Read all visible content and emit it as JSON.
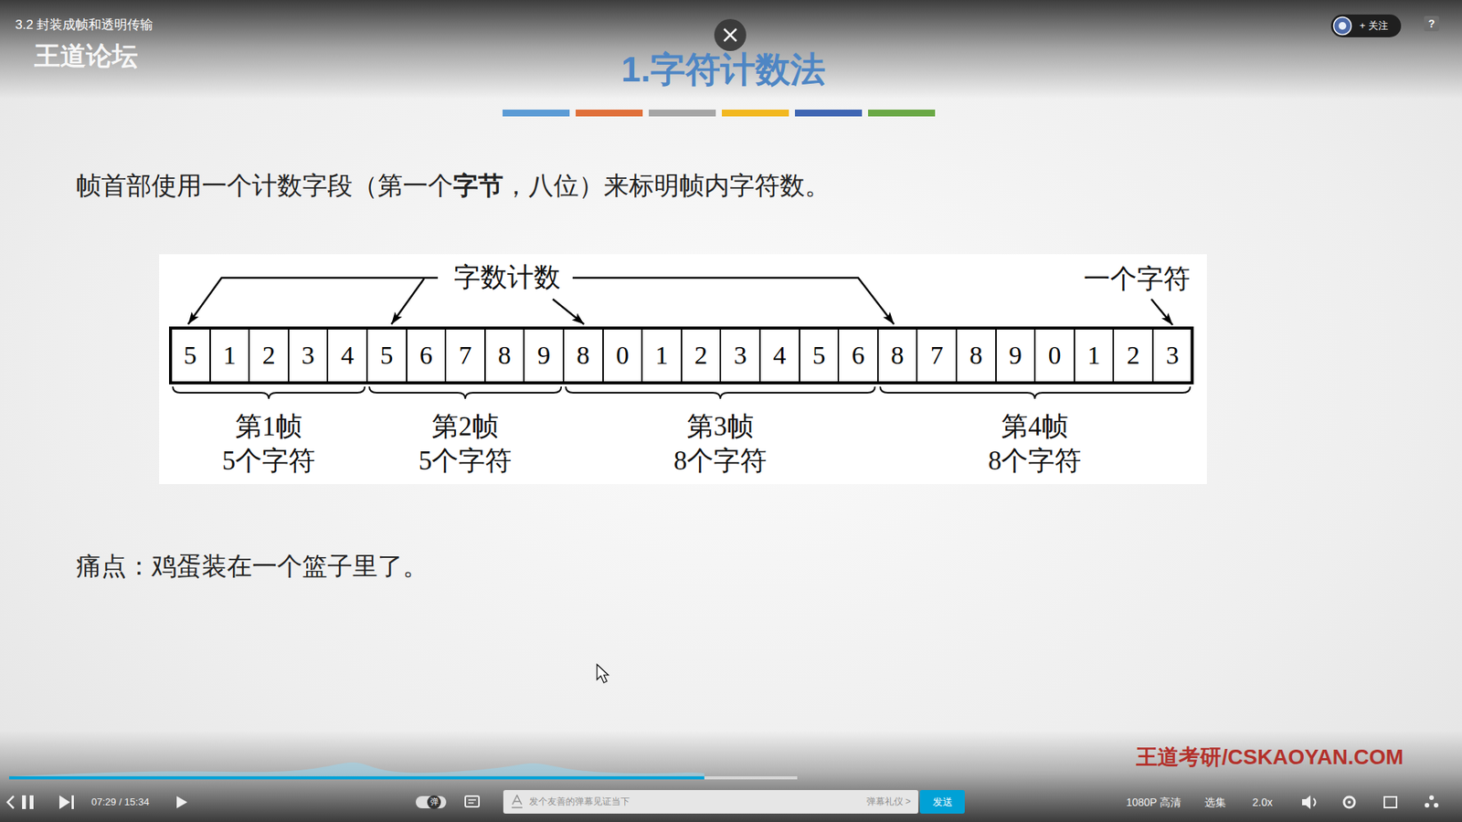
{
  "diagram": {
    "title": "1.字符计数法",
    "nodes": [
      {
        "text": [
          "+ 关注"
        ]
      },
      {
        "text": [
          "5"
        ]
      },
      {
        "text": [
          "1"
        ]
      },
      {
        "text": [
          "2"
        ]
      },
      {
        "text": [
          "3"
        ]
      },
      {
        "text": [
          "4"
        ]
      },
      {
        "text": [
          "5"
        ]
      },
      {
        "text": [
          "6"
        ]
      },
      {
        "text": [
          "7"
        ]
      },
      {
        "text": [
          "8"
        ]
      },
      {
        "text": [
          "9"
        ]
      },
      {
        "text": [
          "8"
        ]
      },
      {
        "text": [
          "0"
        ]
      },
      {
        "text": [
          "1"
        ]
      },
      {
        "text": [
          "2"
        ]
      },
      {
        "text": [
          "3"
        ]
      },
      {
        "text": [
          "4"
        ]
      },
      {
        "text": [
          "5"
        ]
      },
      {
        "text": [
          "6"
        ]
      },
      {
        "text": [
          "8"
        ]
      },
      {
        "text": [
          "7"
        ]
      },
      {
        "text": [
          "8"
        ]
      },
      {
        "text": [
          "9"
        ]
      },
      {
        "text": [
          "0"
        ]
      },
      {
        "text": [
          "1"
        ]
      },
      {
        "text": [
          "2"
        ]
      },
      {
        "text": [
          "3"
        ]
      },
      {
        "text": [
          "发个友善的弹幕见证当下",
          "弹幕礼仪 >"
        ]
      },
      {
        "text": [
          "发送"
        ]
      }
    ],
    "labels": [
      "3.2 封装成帧和透明传输",
      "王道论坛",
      "?",
      "帧首部使用一个计数字段（第一个",
      "字节",
      "，八位）来标明帧内字符数。",
      "字数计数",
      "一个字符",
      "第1帧",
      "5个字符",
      "第2帧",
      "5个字符",
      "第3帧",
      "8个字符",
      "第4帧",
      "8个字符",
      "痛点：鸡蛋装在一个篮子里了。",
      "07:29 / 15:34",
      "弹",
      "1080P 高清",
      "选集",
      "2.0x",
      "王道考研/CSKAOYAN.COM"
    ]
  }
}
